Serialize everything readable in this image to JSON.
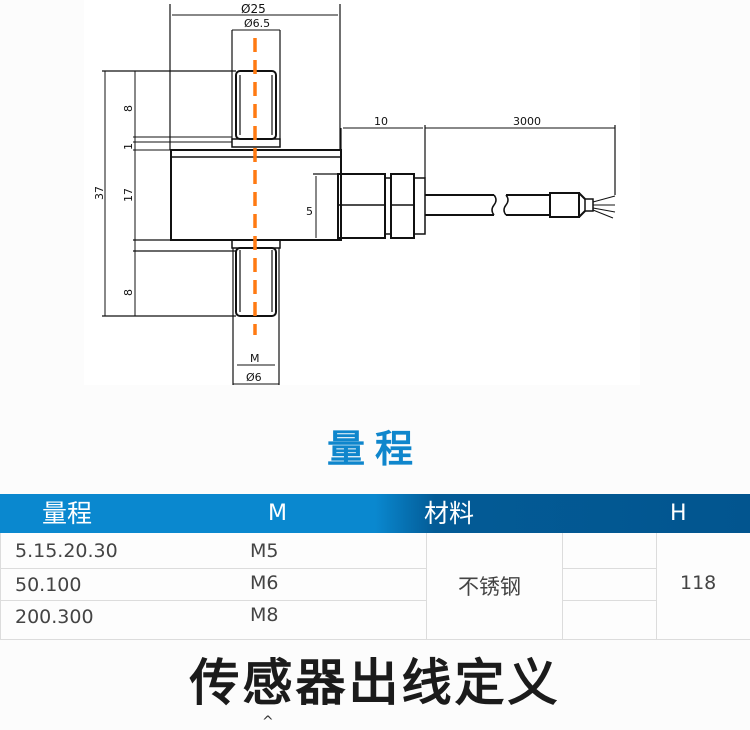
{
  "drawing": {
    "dimensions": {
      "overall_diameter": "Ø25",
      "thread_top_diameter": "Ø6.5",
      "thread_bottom_diameter": "Ø6",
      "thread_label": "M",
      "top_thread_length": "8",
      "gap": "1",
      "body_height": "17",
      "bottom_thread_length": "8",
      "total_height": "37",
      "connector_height": "5",
      "connector_length": "10",
      "cable_length": "3000"
    },
    "colors": {
      "centerline": "#ff7a12",
      "line": "#111111"
    }
  },
  "range_section": {
    "title": "量程"
  },
  "spec_table": {
    "headers": [
      "量程",
      "M",
      "材料",
      "H"
    ],
    "rows": [
      {
        "range": "5.15.20.30",
        "m": "M5"
      },
      {
        "range": "50.100",
        "m": "M6"
      },
      {
        "range": "200.300",
        "m": "M8"
      }
    ],
    "material": "不锈钢",
    "h": "118",
    "colors": {
      "header_left": "#0a88cf",
      "header_right": "#02558f"
    }
  },
  "wiring_section": {
    "title": "传感器出线定义",
    "caret": "^"
  }
}
